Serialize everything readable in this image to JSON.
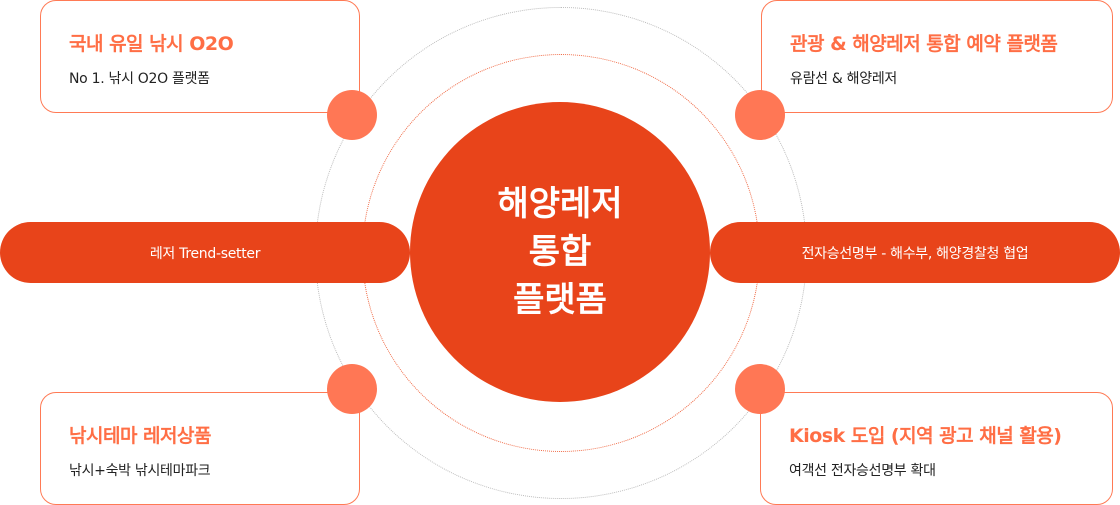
{
  "center": {
    "lines": [
      "해양레저",
      "통합",
      "플랫폼"
    ]
  },
  "pills": {
    "left": "레저 Trend-setter",
    "right": "전자승선명부 - 해수부, 해양경찰청 협업"
  },
  "boxes": [
    {
      "title": "국내 유일 낚시 O2O",
      "subtitle": "No 1. 낚시 O2O  플랫폼"
    },
    {
      "title": "관광 & 해양레저 통합 예약 플랫폼",
      "subtitle": "유람선 & 해양레저"
    },
    {
      "title": "낚시테마 레저상품",
      "subtitle": "낚시+숙박 낚시테마파크"
    },
    {
      "title": "Kiosk 도입 (지역 광고 채널 활용)",
      "subtitle": "여객선 전자승선명부 확대"
    }
  ]
}
